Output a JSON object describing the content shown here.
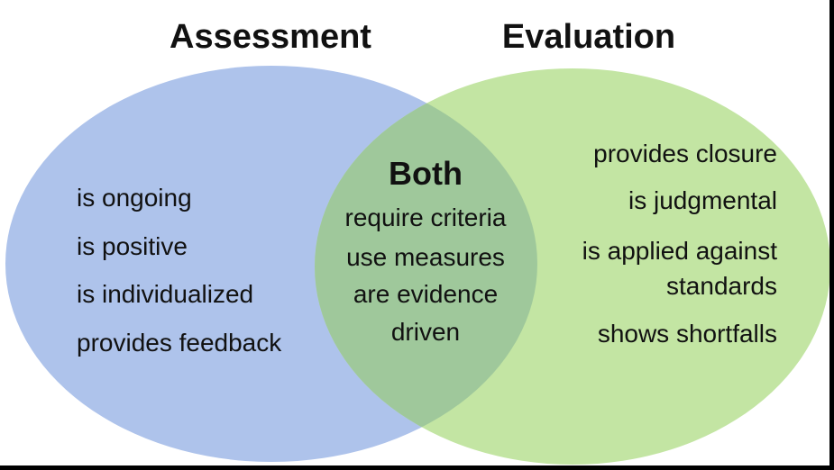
{
  "colors": {
    "background": "#ffffff",
    "left_fill": "#aec3eb",
    "right_fill": "#c3e5a3",
    "overlap_fill": "#9fc89b",
    "text": "#111111",
    "edge_bar": "#000000"
  },
  "left_circle": {
    "title": "Assessment",
    "lines": [
      "is ongoing",
      "is positive",
      "is individualized",
      "provides feedback"
    ]
  },
  "overlap": {
    "title": "Both",
    "lines": [
      "require criteria",
      "use measures",
      "are evidence",
      "driven"
    ]
  },
  "right_circle": {
    "title": "Evaluation",
    "lines": [
      "provides closure",
      "is judgmental",
      "is applied against",
      "standards",
      "shows shortfalls"
    ]
  }
}
